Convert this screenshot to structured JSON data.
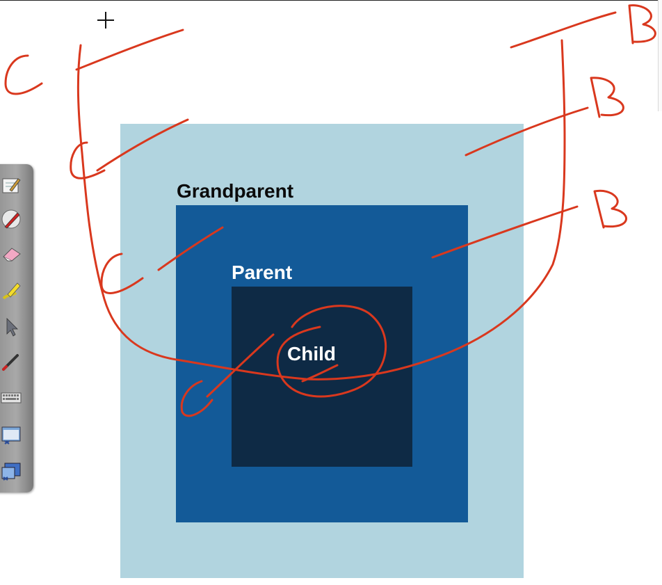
{
  "boxes": {
    "grandparent": {
      "label": "Grandparent",
      "color": "#b1d4df"
    },
    "parent": {
      "label": "Parent",
      "color": "#135a98"
    },
    "child": {
      "label": "Child",
      "color": "#0e2a45"
    }
  },
  "annotations": {
    "pen_color": "#d9381e",
    "marks": [
      "C",
      "C",
      "C",
      "C",
      "B",
      "B",
      "B"
    ]
  },
  "toolbar": {
    "tools": [
      "notepad-icon",
      "pen-icon",
      "eraser-icon",
      "highlighter-icon",
      "select-arrow-icon",
      "laser-pointer-icon",
      "keyboard-icon",
      "screen-capture-icon",
      "window-capture-icon"
    ]
  }
}
